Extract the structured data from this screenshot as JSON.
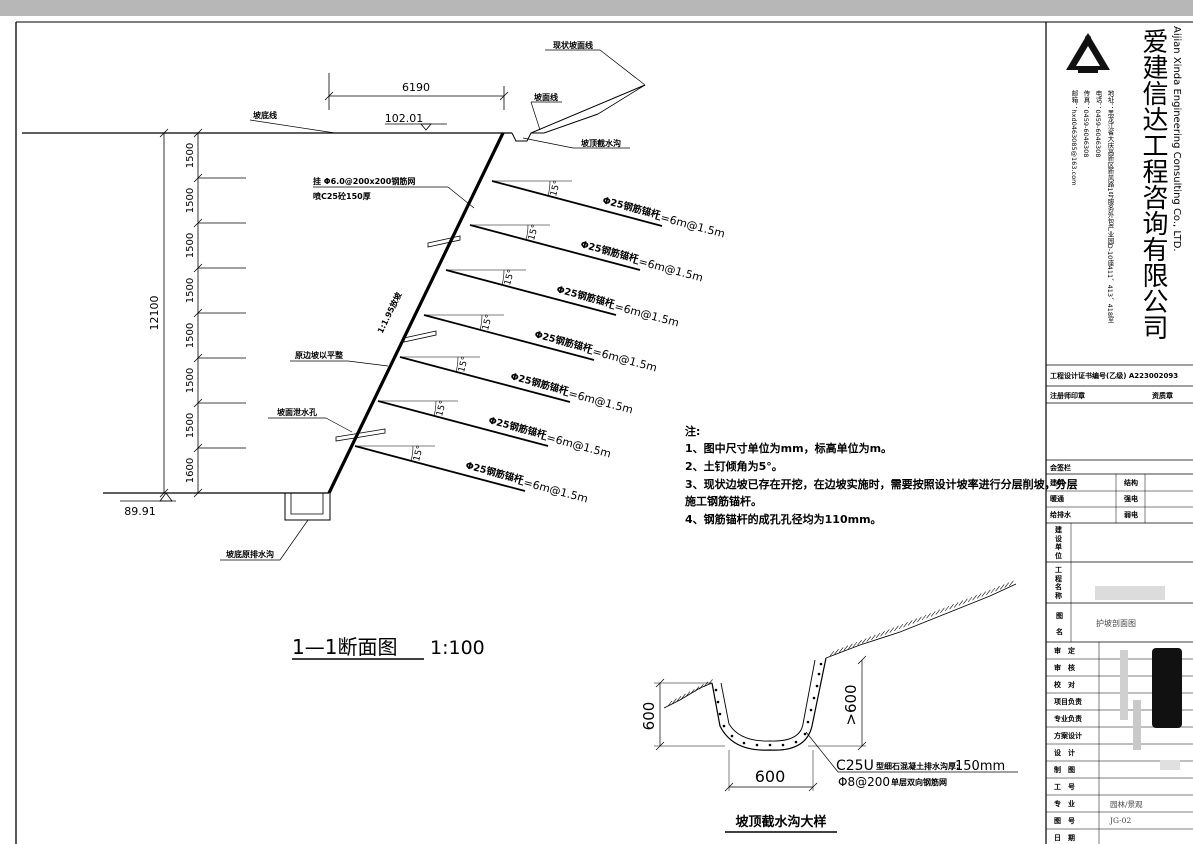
{
  "section": {
    "title": "1—1断面图",
    "scale": "1:100",
    "dim_width": "6190",
    "dim_height": "12100",
    "elev_top": "102.01",
    "elev_bottom": "89.91",
    "slope_ratio": "1:1.95放坡",
    "row_heights": [
      "1500",
      "1500",
      "1500",
      "1500",
      "1500",
      "1500",
      "1500",
      "1600"
    ],
    "labels": {
      "existing_slope": "现状坡面线",
      "slope_line": "坡面线",
      "top_ditch": "坡顶截水沟",
      "toe_line": "坡底线",
      "mesh": "挂 Φ6.0@200x200钢筋网",
      "shotcrete": "喷C25砼150厚",
      "original_platform": "原边坡以平整",
      "drain_hole": "坡面泄水孔",
      "bottom_ditch": "坡底原排水沟"
    },
    "anchors": [
      {
        "angle": "15°",
        "name": "Φ25钢筋锚杆",
        "length": "L=6m@1.5m"
      },
      {
        "angle": "15°",
        "name": "Φ25钢筋锚杆",
        "length": "L=6m@1.5m"
      },
      {
        "angle": "15°",
        "name": "Φ25钢筋锚杆",
        "length": "L=6m@1.5m"
      },
      {
        "angle": "15°",
        "name": "Φ25钢筋锚杆",
        "length": "L=6m@1.5m"
      },
      {
        "angle": "15°",
        "name": "Φ25钢筋锚杆",
        "length": "L=6m@1.5m"
      },
      {
        "angle": "15°",
        "name": "Φ25钢筋锚杆",
        "length": "L=6m@1.5m"
      },
      {
        "angle": "15°",
        "name": "Φ25钢筋锚杆",
        "length": "L=6m@1.5m"
      }
    ]
  },
  "notes": {
    "heading": "注:",
    "items": [
      "1、图中尺寸单位为mm，标高单位为m。",
      "2、土钉倾角为5°。",
      "3、现状边坡已存在开挖，在边坡实施时，需要按照设计坡率进行分层削坡，分层",
      "施工钢筋锚杆。",
      "4、钢筋锚杆的成孔孔径均为110mm。"
    ]
  },
  "ditch": {
    "title": "坡顶截水沟大样",
    "width": "600",
    "depth_left": "600",
    "depth_right": ">600",
    "concrete": "C25U",
    "concrete_desc": "型细石混凝土排水沟厚:",
    "concrete_thk": "150mm",
    "rebar": "Φ8@200",
    "rebar_desc": "单层双向钢筋网"
  },
  "titleblock": {
    "company_cn": "爱建信达工程咨询有限公司",
    "company_en": "Aijian Xinda Engineering Consulting Co., LTD.",
    "address": "地址：黑龙江省大庆高新区新风路1号服务外包产业园D-10座411、413、418室",
    "phone": "电话：0459-6046308",
    "fax": "传真：0459-6046308",
    "email": "邮箱：hxd0463085@163.com",
    "cert": "工程设计证书编号(乙级) A223002093",
    "reg_seal": "注册师印章",
    "qual_seal": "资质章",
    "countersign": "会签栏",
    "cs_rows": [
      [
        "建筑",
        "结构"
      ],
      [
        "暖通",
        "强电"
      ],
      [
        "给排水",
        "弱电"
      ]
    ],
    "client": "建设单位",
    "project": "工程名称",
    "drawing_name_label": "图名",
    "drawing_name": "护坡剖面图",
    "roles": [
      "审　定",
      "审　核",
      "校　对",
      "项目负责",
      "专业负责",
      "方案设计",
      "设　计",
      "制　图"
    ],
    "bottom_rows": [
      {
        "label": "工　号",
        "value": ""
      },
      {
        "label": "专　业",
        "value": "园林/景观"
      },
      {
        "label": "图　号",
        "value": "JG-02"
      },
      {
        "label": "日　期",
        "value": ""
      }
    ]
  },
  "colors": {
    "line": "#000000",
    "frame_bar": "#b7b7b7",
    "blur": "#c8c8c8"
  }
}
